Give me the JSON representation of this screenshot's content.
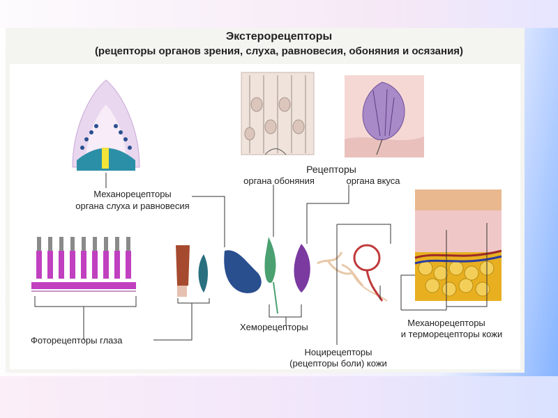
{
  "title": {
    "line1": "Экстерорецепторы",
    "line2": "(рецепторы органов зрения, слуха, равновесия, обоняния и осязания)"
  },
  "labels": {
    "receptors": "Рецепторы",
    "olfactory": "органа обоняния",
    "taste": "органа вкуса",
    "mech_hearing_1": "Механорецепторы",
    "mech_hearing_2": "органа слуха и равновесия",
    "photo": "Фоторецепторы глаза",
    "chemo": "Хеморецепторы",
    "noci_1": "Ноцирецепторы",
    "noci_2": "(рецепторы боли) кожи",
    "mech_skin_1": "Механорецепторы",
    "mech_skin_2": "и терморецепторы кожи"
  },
  "colors": {
    "photoreceptor": "#c040c0",
    "chemoreceptor_blue": "#2a4f8f",
    "chemoreceptor_green": "#4aa070",
    "chemoreceptor_purple": "#7a3aa0",
    "pain_receptor": "#c03a3a",
    "skin_fat": "#e8b020",
    "connector_line": "#333333"
  }
}
